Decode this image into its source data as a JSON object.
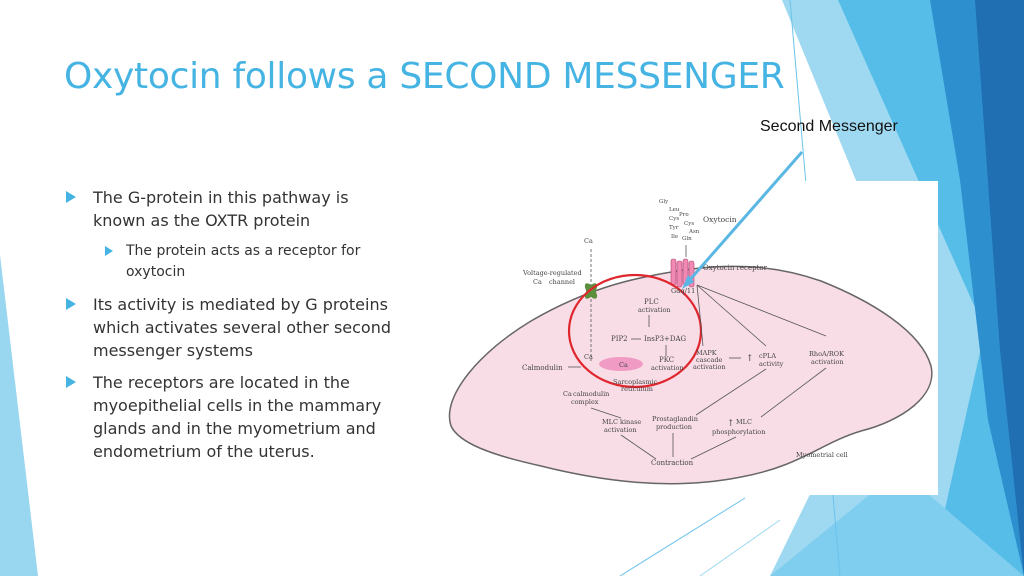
{
  "title": "Oxytocin follows a SECOND MESSENGER",
  "callout_label": "Second Messenger",
  "accent_color": "#45b4e3",
  "bullets": [
    {
      "text": "The G-protein in this pathway is known as the OXTR protein",
      "sub": [
        "The protein acts as a receptor for oxytocin"
      ]
    },
    {
      "text": "Its activity is mediated by G proteins which activates several other second messenger systems",
      "sub": []
    },
    {
      "text": "The receptors are located in the myoepithelial cells in the mammary glands and in the myometrium and endometrium of the uterus.",
      "sub": []
    }
  ],
  "diagram": {
    "amino_acids": [
      "Gly",
      "Leu",
      "Pro",
      "Cys",
      "Cys",
      "Asn",
      "Tyr",
      "Gln",
      "Ile"
    ],
    "oxytocin": "Oxytocin",
    "oxytocin_receptor": "Oxytocin receptor",
    "ca_top": "Ca",
    "voltage_channel_1": "Voltage-regulated",
    "voltage_channel_2": "Ca",
    "voltage_channel_3": "channel",
    "gaq": "Gαq/11",
    "plc": "PLC",
    "plc_act": "activation",
    "pip2": "PIP2",
    "insp3": "InsP3+DAG",
    "pkc": "PKC",
    "pkc_act": "activation",
    "ca_mid": "Ca",
    "ca_left": "Ca",
    "calmodulin": "Calmodulin",
    "sr_1": "Sarcoplasmic",
    "sr_2": "reticulum",
    "mapk_1": "MAPK",
    "mapk_2": "cascade",
    "mapk_3": "activation",
    "cpla2_1": "cPLA",
    "cpla2_2": "activity",
    "rhoa_1": "RhoA/ROK",
    "rhoa_2": "activation",
    "ca_calm_1": "Ca",
    "ca_calm_2": "calmodulin",
    "ca_calm_3": "complex",
    "mlck_1": "MLC kinase",
    "mlck_2": "activation",
    "prost_1": "Prostaglandin",
    "prost_2": "production",
    "mlc_1": "MLC",
    "mlc_2": "phosphorylation",
    "contraction": "Contraction",
    "cell_label": "Myometrial cell"
  }
}
